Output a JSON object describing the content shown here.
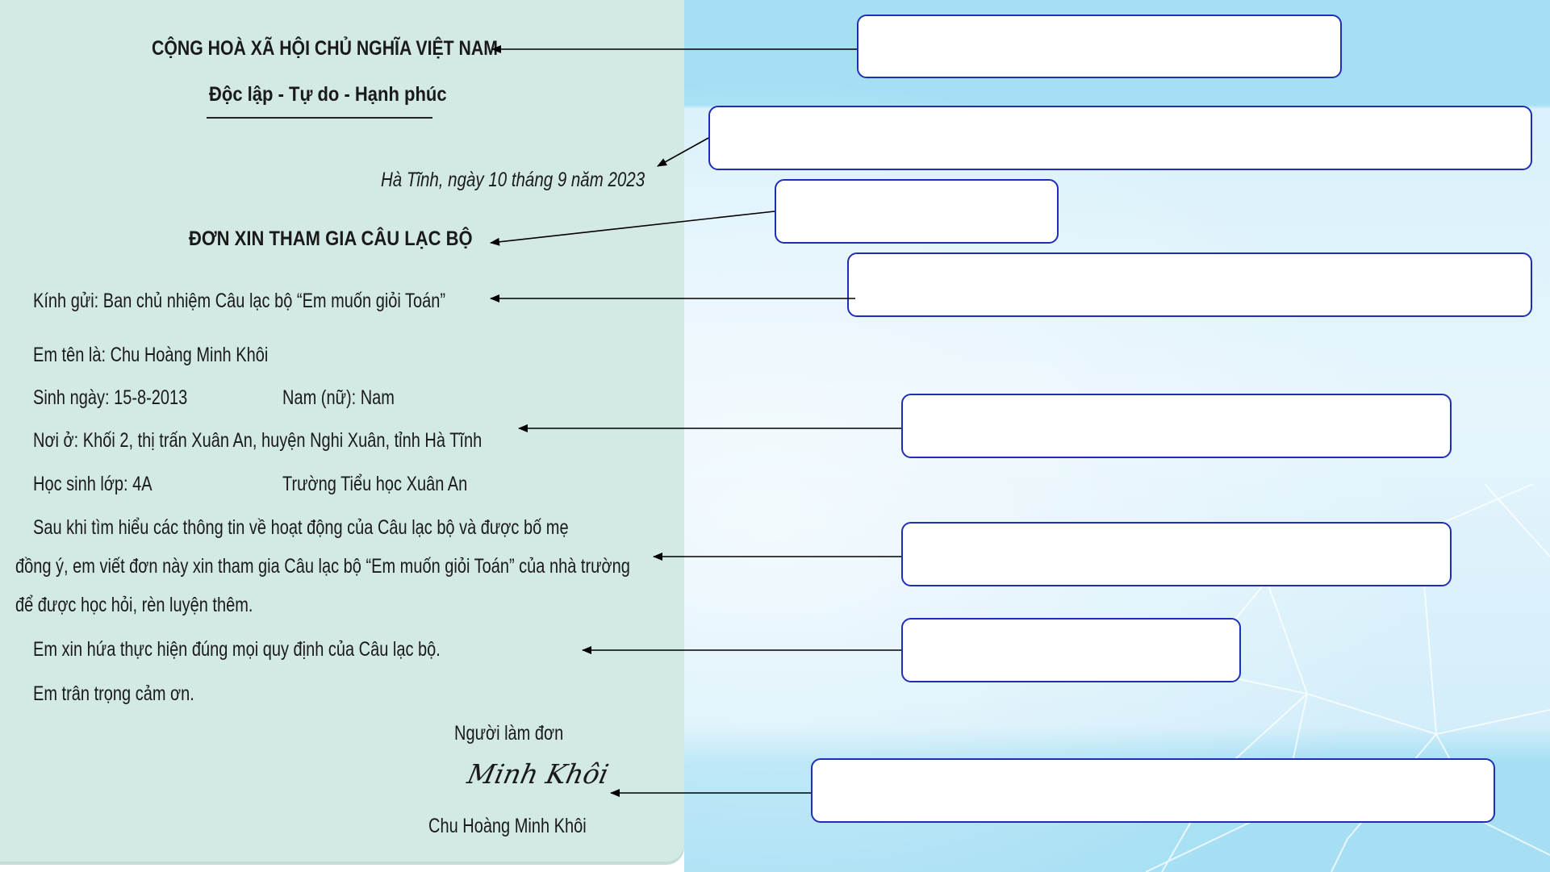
{
  "document": {
    "national_title": "CỘNG HOÀ XÃ HỘI CHỦ NGHĨA VIỆT NAM",
    "motto": "Độc lập - Tự do - Hạnh phúc",
    "place_date": "Hà Tĩnh, ngày 10 tháng 9 năm 2023",
    "title": "ĐƠN XIN THAM GIA CÂU LẠC BỘ",
    "recipient": "Kính gửi: Ban chủ nhiệm Câu lạc bộ “Em muốn giỏi Toán”",
    "name_line": "Em tên là: Chu Hoàng Minh Khôi",
    "birth_line": "Sinh ngày: 15-8-2013",
    "gender_line": "Nam (nữ): Nam",
    "address_line": "Nơi ở: Khối 2, thị trấn Xuân An, huyện Nghi Xuân, tỉnh Hà Tĩnh",
    "class_line": "Học sinh lớp: 4A",
    "school_line": "Trường Tiểu học Xuân An",
    "reason_1": "Sau khi tìm hiểu các thông tin về hoạt động của Câu lạc bộ và được bố mẹ",
    "reason_2": "đồng ý, em viết đơn này xin tham gia Câu lạc bộ “Em muốn giỏi Toán” của nhà trường",
    "reason_3": "để được học hỏi, rèn luyện thêm.",
    "promise": "Em xin hứa thực hiện đúng mọi quy định của Câu lạc bộ.",
    "thanks": "Em trân trọng cảm ơn.",
    "signer_role": "Người làm đơn",
    "signature": "Minh Khôi",
    "signer_name": "Chu Hoàng Minh Khôi"
  },
  "colors": {
    "paper": "#d3e9e5",
    "right_background": "#a6dff4",
    "box_border": "#1f2fb5"
  }
}
